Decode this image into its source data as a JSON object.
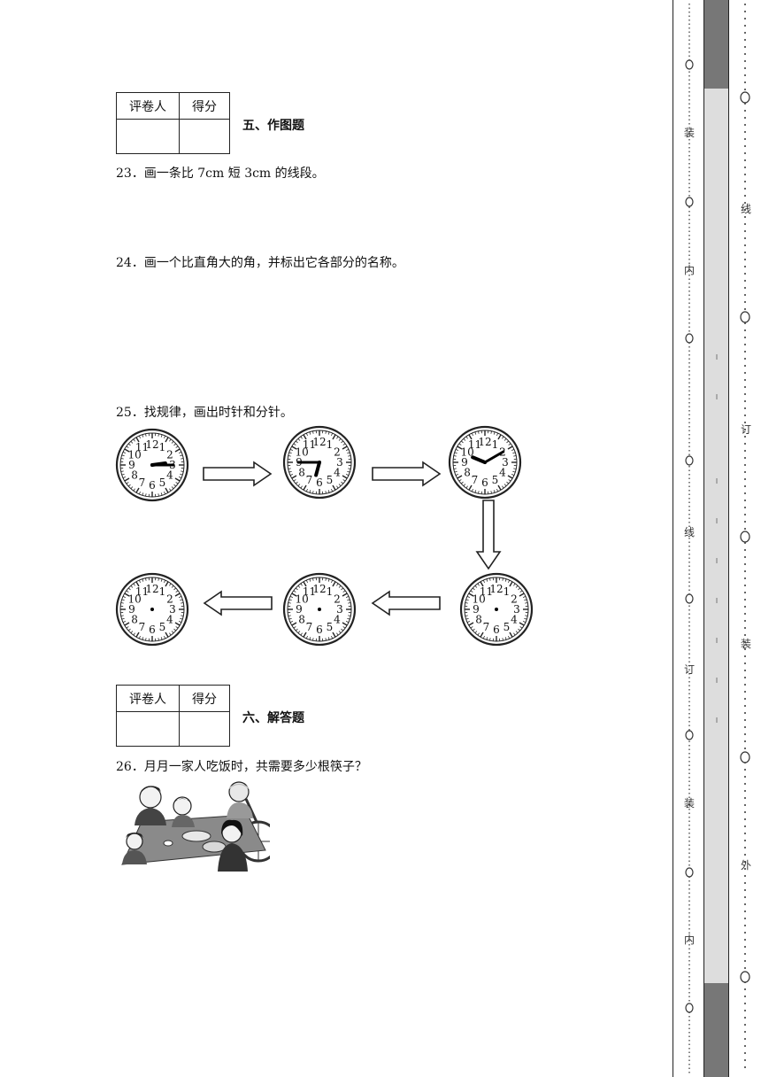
{
  "section5": {
    "table": {
      "reviewer": "评卷人",
      "score": "得分"
    },
    "title": "五、作图题"
  },
  "q23": {
    "text": "23．画一条比 7cm 短 3cm 的线段。"
  },
  "q24": {
    "text": "24．画一个比直角大的角，并标出它各部分的名称。"
  },
  "q25": {
    "text": "25．找规律，画出时针和分针。",
    "clocks": [
      {
        "hour": 2.75,
        "minute": 15,
        "hands": true
      },
      {
        "hour": 6.5,
        "minute": 45,
        "hands": true
      },
      {
        "hour": 9.75,
        "minute": 10,
        "hands": true
      },
      {
        "hands": false
      },
      {
        "hands": false
      },
      {
        "hands": false
      }
    ],
    "numerals": [
      "12",
      "1",
      "2",
      "3",
      "4",
      "5",
      "6",
      "7",
      "8",
      "9",
      "10",
      "11"
    ]
  },
  "section6": {
    "table": {
      "reviewer": "评卷人",
      "score": "得分"
    },
    "title": "六、解答题"
  },
  "q26": {
    "text": "26．月月一家人吃饭时，共需要多少根筷子？"
  },
  "binding": {
    "inner_labels": [
      "装",
      "内",
      "订",
      "线",
      "装",
      "内"
    ],
    "outer_labels": [
      "线",
      "订",
      "装",
      "外"
    ]
  }
}
